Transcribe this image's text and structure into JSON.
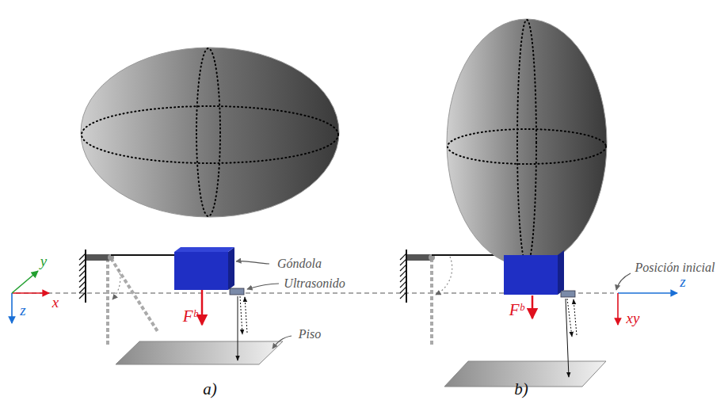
{
  "diagram": {
    "labels": [
      "y",
      "x",
      "z",
      "Góndola",
      "Ultrasonido",
      "Fᵇ",
      "Piso",
      "a)",
      "Posición inicial",
      "z",
      "xy",
      "Fᵇ",
      "b)"
    ]
  }
}
